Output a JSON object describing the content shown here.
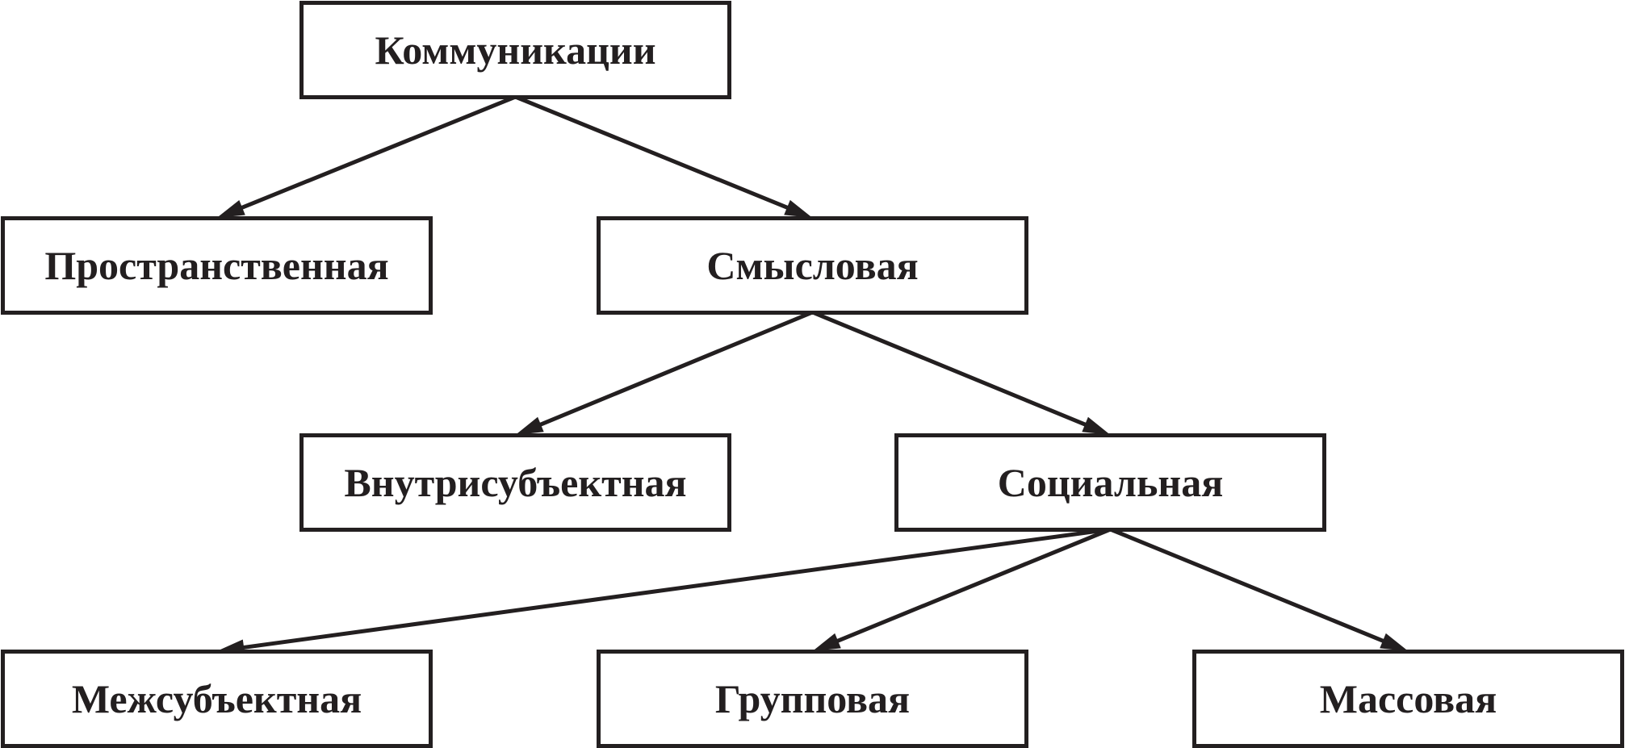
{
  "diagram": {
    "nodes": {
      "root": "Коммуникации",
      "spatial": "Пространственная",
      "semantic": "Смысловая",
      "intrasubject": "Внутрисубъектная",
      "social": "Социальная",
      "intersubject": "Межсубъектная",
      "group": "Групповая",
      "mass": "Массовая"
    },
    "edges": [
      {
        "from": "root",
        "to": "spatial"
      },
      {
        "from": "root",
        "to": "semantic"
      },
      {
        "from": "semantic",
        "to": "intrasubject"
      },
      {
        "from": "semantic",
        "to": "social"
      },
      {
        "from": "social",
        "to": "intersubject"
      },
      {
        "from": "social",
        "to": "group"
      },
      {
        "from": "social",
        "to": "mass"
      }
    ],
    "colors": {
      "stroke": "#231f20",
      "background": "#ffffff"
    }
  }
}
